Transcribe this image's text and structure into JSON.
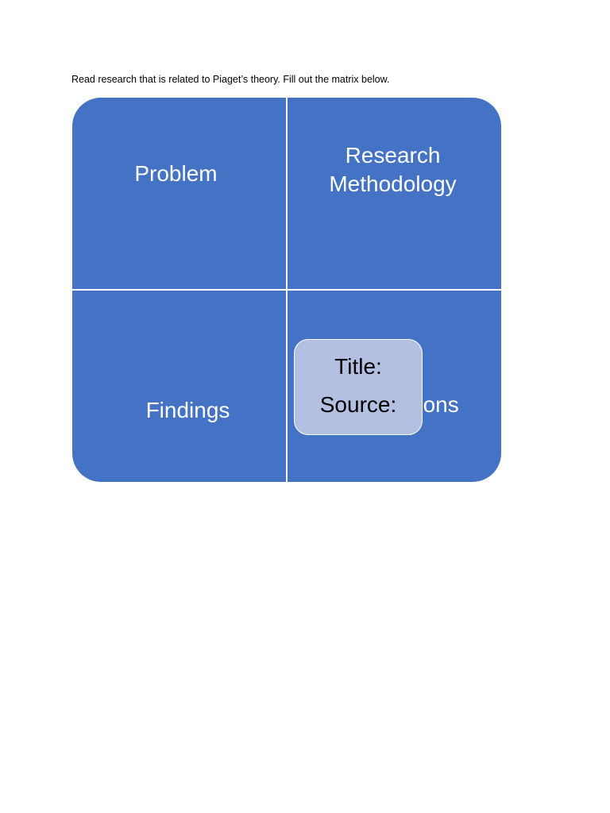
{
  "instruction": "Read research that is related to Piaget’s theory. Fill out the matrix below.",
  "matrix": {
    "colors": {
      "quadrant_fill": "#4472c4",
      "center_fill": "#b4c0e2",
      "divider": "#ffffff"
    },
    "quadrants": {
      "top_left": {
        "line1": "Problem"
      },
      "top_right": {
        "line1": "Research",
        "line2": "Methodology"
      },
      "bottom_left": {
        "line1": "Findings"
      },
      "bottom_right": {
        "line1": "Conclusions"
      }
    },
    "center": {
      "title_label": "Title:",
      "source_label": "Source:"
    }
  }
}
